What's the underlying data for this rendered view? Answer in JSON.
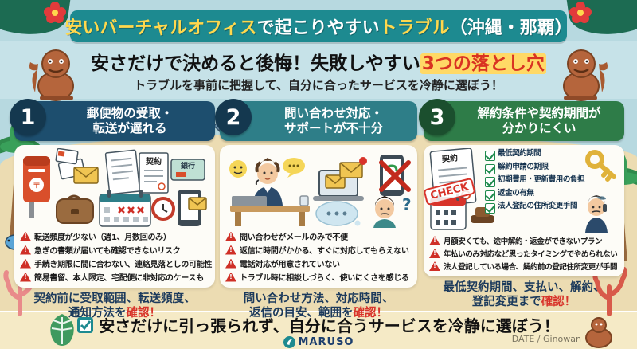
{
  "title": {
    "part1_yellow": "安いバーチャルオフィス",
    "part2_white": "で起こりやすい",
    "part3_yellow": "トラブル",
    "part4_white": "（沖縄・那覇）"
  },
  "subtitle": {
    "line1_black": "安さだけで決めると後悔！失敗しやすい",
    "line1_red_highlight": "3つの落とし穴",
    "line2": "トラブルを事前に把握して、自分に合ったサービスを冷静に選ぼう！"
  },
  "columns": [
    {
      "number": "1",
      "title": "郵便物の受取・\n転送が遅れる",
      "bullets": [
        "転送頻度が少ない（週1、月数回のみ）",
        "急ぎの書類が届いても確認できないリスク",
        "手続き期限に間に合わない、連絡見落としの可能性",
        "簡易書留、本人限定、宅配便に非対応のケースも"
      ],
      "footer_line1": "契約前に受取範囲、転送頻度、",
      "footer_line2_black": "通知方法を",
      "footer_line2_red": "確認！"
    },
    {
      "number": "2",
      "title": "問い合わせ対応・\nサポートが不十分",
      "bullets": [
        "問い合わせがメールのみで不便",
        "返信に時間がかかる、すぐに対応してもらえない",
        "電話対応が用意されていない",
        "トラブル時に相談しづらく、使いにくさを感じる"
      ],
      "footer_line1": "問い合わせ方法、対応時間、",
      "footer_line2_black": "返信の目安、範囲を",
      "footer_line2_red": "確認！"
    },
    {
      "number": "3",
      "title": "解約条件や契約期間が\n分かりにくい",
      "bullets": [
        "月額安くても、途中解約・返金ができないプラン",
        "年払いのみ対応など思ったタイミングでやめられない",
        "法人登記している場合、解約前の登記住所変更が手間"
      ],
      "footer_line1": "最低契約期間、支払い、解約、",
      "footer_line2_black": "登記変更まで",
      "footer_line2_red": "確認！",
      "checklist": [
        "最低契約期間",
        "解約申請の期限",
        "初期費用・更新費用の負担",
        "返金の有無",
        "法人登記の住所変更手間"
      ]
    }
  ],
  "labels": {
    "contract": "契約",
    "bank": "銀行",
    "check_stamp": "CHECK",
    "postal_mark": "〒"
  },
  "bottom": {
    "message": "安さだけに引っ張られず、自分に合うサービスを冷静に選ぼう！",
    "brand": "MARUSO",
    "credit": "DATE / Ginowan"
  },
  "colors": {
    "banner_teal": "#1d8a90",
    "col1_header": "#1d4e6e",
    "col2_header": "#2e7e88",
    "col3_header": "#2e7c48",
    "accent_yellow": "#ffd84d",
    "warning_red": "#cf2f26",
    "sand": "#ecdcb2",
    "sky": "#b7d9e0",
    "footer_cream": "#f5eac6"
  }
}
